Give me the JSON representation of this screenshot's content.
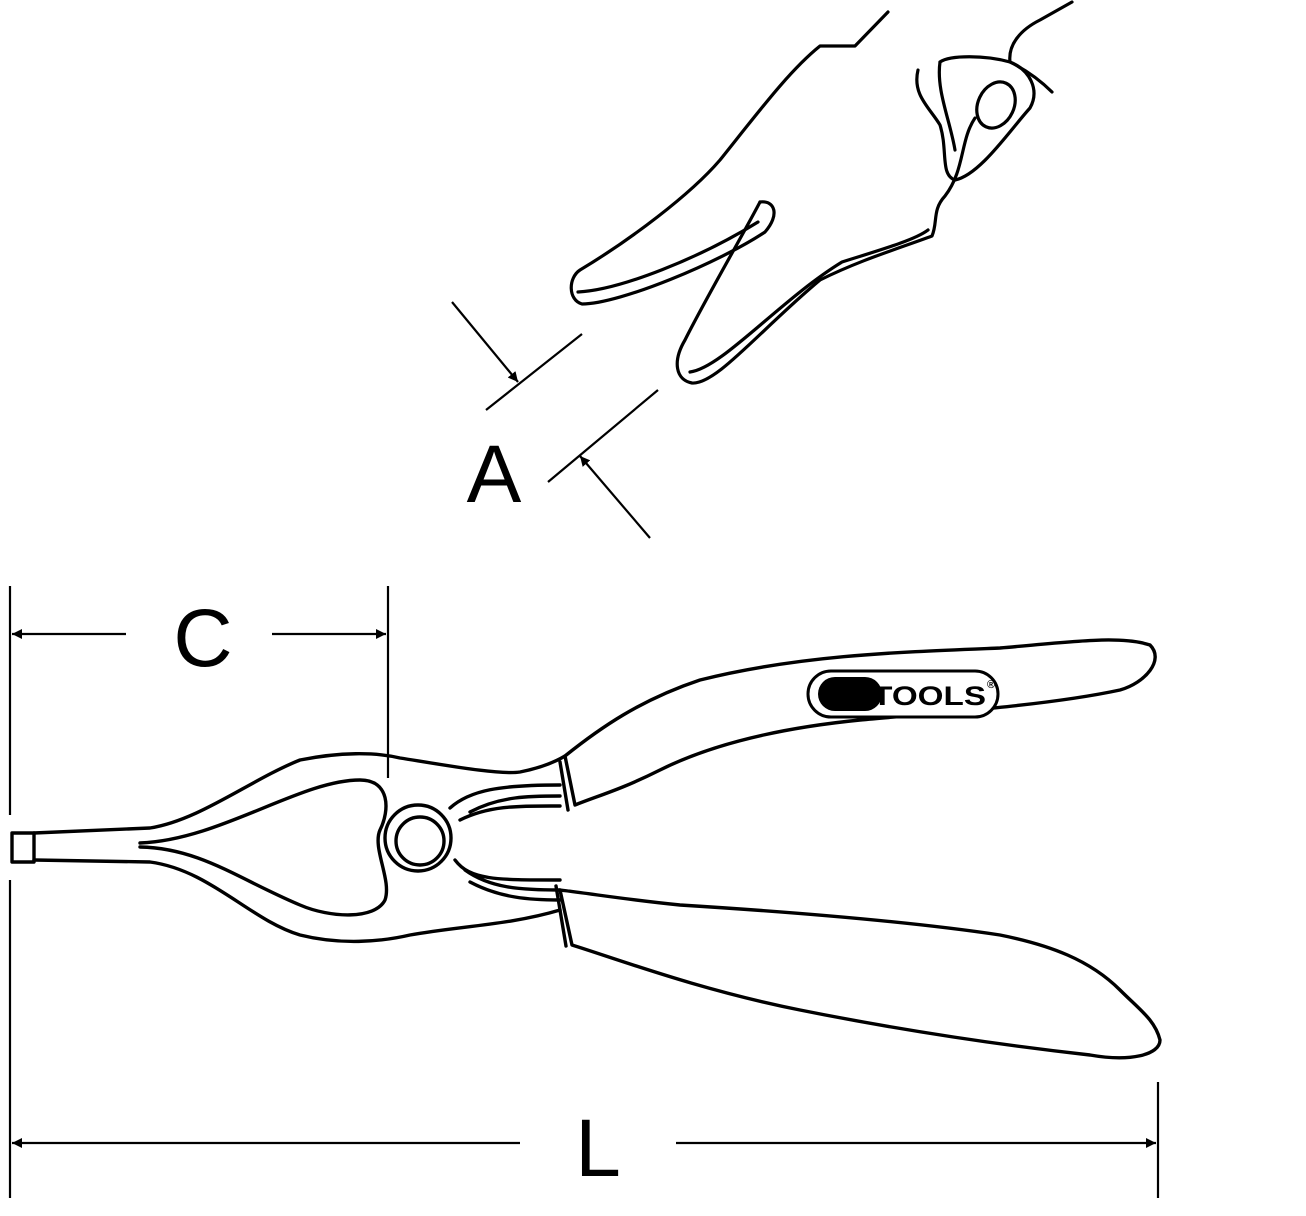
{
  "diagram": {
    "labels": {
      "A": "A",
      "C": "C",
      "L": "L"
    },
    "logo": {
      "brand": "KSTOOLS",
      "mark": "®"
    },
    "colors": {
      "line": "#000000",
      "background": "#ffffff"
    }
  }
}
